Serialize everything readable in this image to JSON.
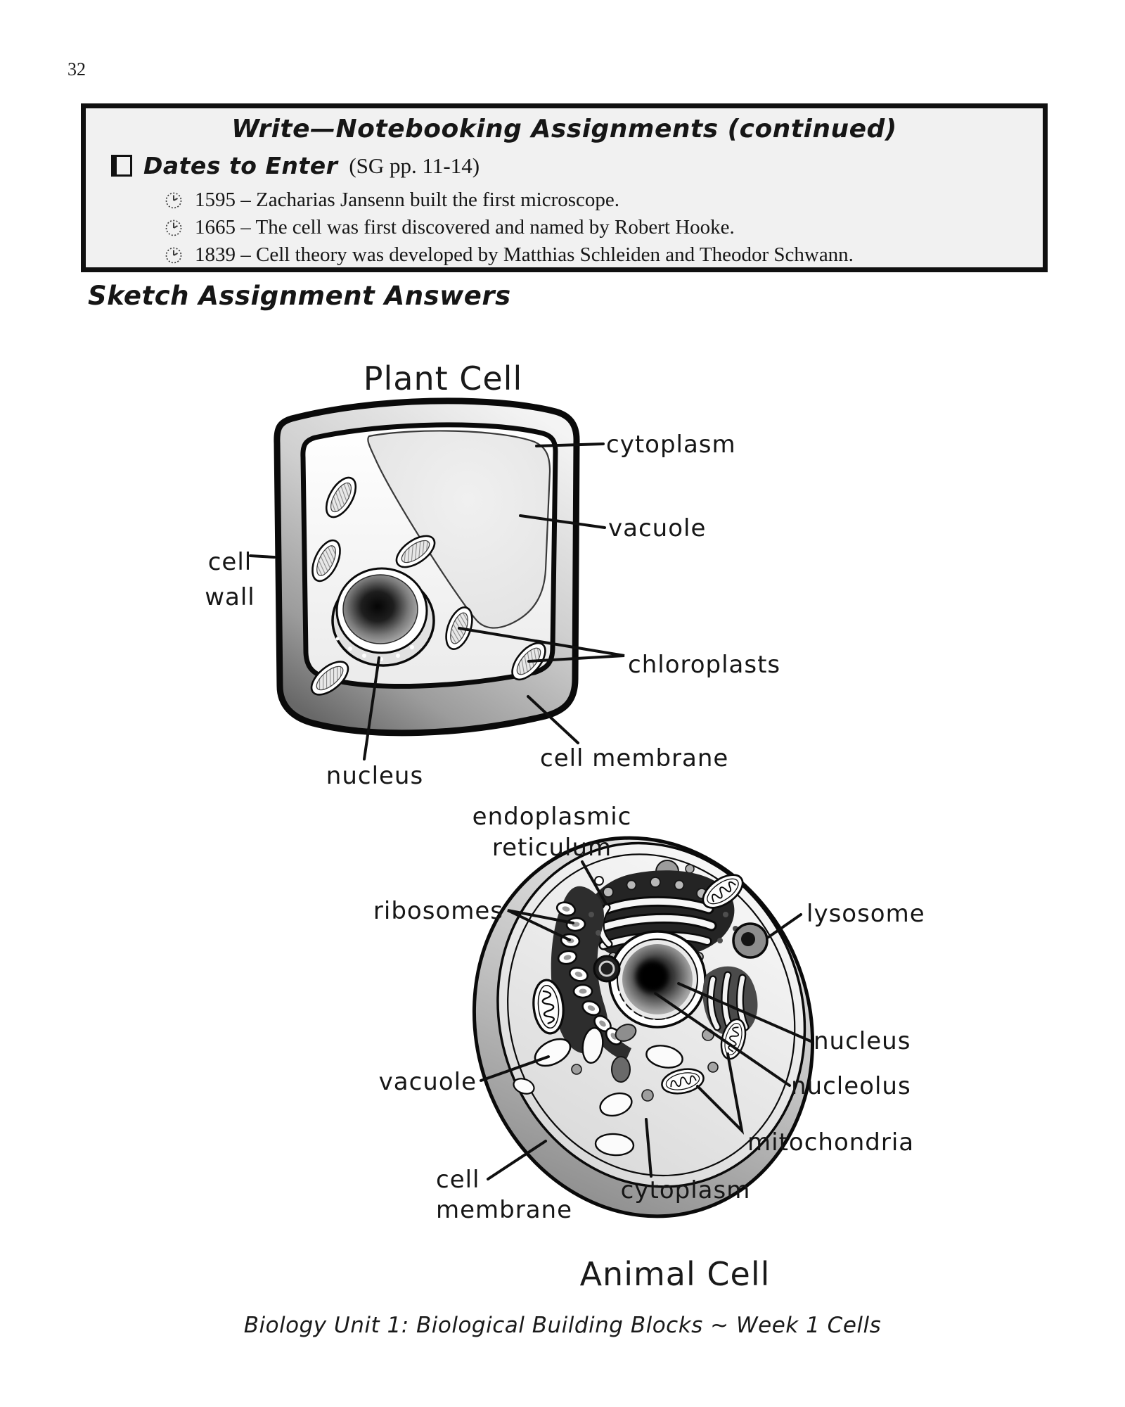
{
  "page": {
    "number": "32"
  },
  "notebox": {
    "title": "Write—Notebooking Assignments (continued)",
    "task_label": "Dates to Enter",
    "task_ref": "(SG pp. 11-14)",
    "dates": [
      "1595 – Zacharias Jansenn built the first microscope.",
      "1665 – The cell was first discovered and named by Robert Hooke.",
      "1839 – Cell theory was developed by Matthias Schleiden and Theodor Schwann."
    ]
  },
  "sketch_heading": "Sketch Assignment Answers",
  "plant": {
    "title": "Plant Cell",
    "labels": {
      "cytoplasm": "cytoplasm",
      "vacuole": "vacuole",
      "cell_wall_line1": "cell",
      "cell_wall_line2": "wall",
      "chloroplasts": "chloroplasts",
      "cell_membrane": "cell membrane",
      "nucleus": "nucleus"
    }
  },
  "animal": {
    "title": "Animal Cell",
    "labels": {
      "er_line1": "endoplasmic",
      "er_line2": "reticulum",
      "ribosomes": "ribosomes",
      "lysosome": "lysosome",
      "nucleus": "nucleus",
      "nucleolus": "nucleolus",
      "mitochondria": "mitochondria",
      "vacuole": "vacuole",
      "cell_membrane_line1": "cell",
      "cell_membrane_line2": "membrane",
      "cytoplasm": "cytoplasm"
    }
  },
  "footer": "Biology Unit 1: Biological Building Blocks ~ Week 1 Cells",
  "icons": {
    "checkbox": "checkbox-icon",
    "clock": "clock-icon"
  },
  "colors": {
    "ink": "#161616",
    "box_background": "#f1f1f1",
    "cell_wall_gray": "#8a8a8a",
    "page_background": "#ffffff"
  }
}
